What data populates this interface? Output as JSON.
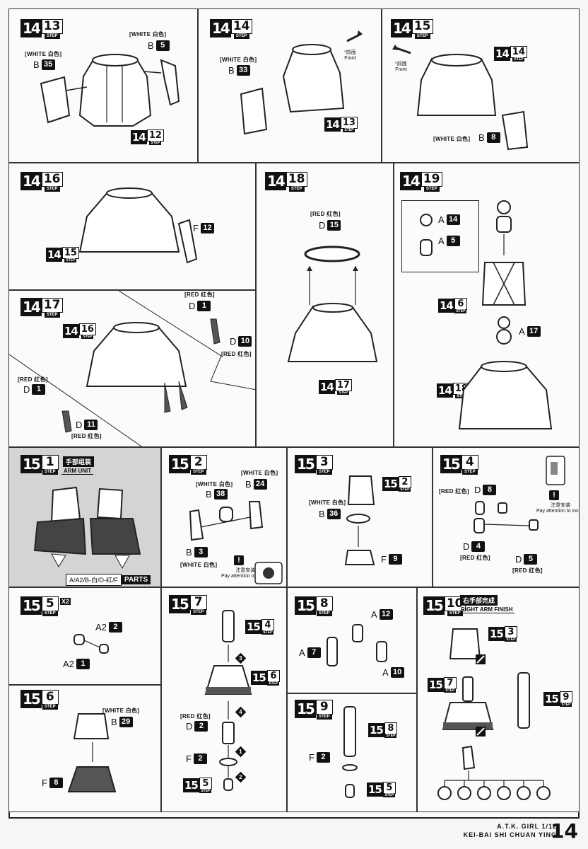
{
  "page": {
    "number": "14",
    "title_line1": "A.T.K. GIRL 1/12",
    "title_line2": "KEI-BAI SHI CHUAN YING"
  },
  "labels": {
    "step": "STEP",
    "white": "[WHITE 白色]",
    "red": "[RED 红色]",
    "front_cn": "*前面",
    "front_en": "Front",
    "attn_cn": "注意安装",
    "attn_en": "Pay attention to install"
  },
  "steps": {
    "s14_13": {
      "major": "14",
      "minor": "13",
      "parts": [
        {
          "letter": "B",
          "num": "5",
          "color": "white"
        },
        {
          "letter": "B",
          "num": "35",
          "color": "white"
        }
      ],
      "refs": [
        {
          "major": "14",
          "minor": "12"
        }
      ]
    },
    "s14_14": {
      "major": "14",
      "minor": "14",
      "parts": [
        {
          "letter": "B",
          "num": "33",
          "color": "white"
        }
      ],
      "refs": [
        {
          "major": "14",
          "minor": "13"
        }
      ]
    },
    "s14_15": {
      "major": "14",
      "minor": "15",
      "parts": [
        {
          "letter": "B",
          "num": "8",
          "color": "white"
        }
      ],
      "refs": [
        {
          "major": "14",
          "minor": "14"
        }
      ]
    },
    "s14_16": {
      "major": "14",
      "minor": "16",
      "parts": [
        {
          "letter": "F",
          "num": "12"
        }
      ],
      "refs": [
        {
          "major": "14",
          "minor": "15"
        }
      ]
    },
    "s14_17": {
      "major": "14",
      "minor": "17",
      "parts": [
        {
          "letter": "D",
          "num": "1",
          "color": "red"
        },
        {
          "letter": "D",
          "num": "10",
          "color": "red"
        },
        {
          "letter": "D",
          "num": "1",
          "color": "red"
        },
        {
          "letter": "D",
          "num": "11",
          "color": "red"
        }
      ],
      "refs": [
        {
          "major": "14",
          "minor": "16"
        }
      ]
    },
    "s14_18": {
      "major": "14",
      "minor": "18",
      "parts": [
        {
          "letter": "D",
          "num": "15",
          "color": "red"
        }
      ],
      "refs": [
        {
          "major": "14",
          "minor": "17"
        }
      ]
    },
    "s14_19": {
      "major": "14",
      "minor": "19",
      "parts": [
        {
          "letter": "A",
          "num": "14"
        },
        {
          "letter": "A",
          "num": "5"
        },
        {
          "letter": "A",
          "num": "17"
        }
      ],
      "refs": [
        {
          "major": "14",
          "minor": "6"
        },
        {
          "major": "14",
          "minor": "18"
        }
      ]
    },
    "s15_1": {
      "major": "15",
      "minor": "1",
      "title_cn": "手部组装",
      "title_en": "ARM UNIT",
      "parts_codes": "A/A2/B-白/D-红/F",
      "parts_label": "PARTS"
    },
    "s15_2": {
      "major": "15",
      "minor": "2",
      "parts": [
        {
          "letter": "B",
          "num": "38"
        },
        {
          "letter": "B",
          "num": "24"
        },
        {
          "letter": "B",
          "num": "3"
        }
      ]
    },
    "s15_3": {
      "major": "15",
      "minor": "3",
      "parts": [
        {
          "letter": "B",
          "num": "36"
        },
        {
          "letter": "F",
          "num": "9"
        }
      ],
      "refs": [
        {
          "major": "15",
          "minor": "2"
        }
      ]
    },
    "s15_4": {
      "major": "15",
      "minor": "4",
      "parts": [
        {
          "letter": "D",
          "num": "8"
        },
        {
          "letter": "D",
          "num": "4"
        },
        {
          "letter": "D",
          "num": "5"
        }
      ]
    },
    "s15_5": {
      "major": "15",
      "minor": "5",
      "multiplier": "X2",
      "parts": [
        {
          "letter": "A2",
          "num": "2"
        },
        {
          "letter": "A2",
          "num": "1"
        }
      ]
    },
    "s15_6": {
      "major": "15",
      "minor": "6",
      "parts": [
        {
          "letter": "B",
          "num": "29"
        },
        {
          "letter": "F",
          "num": "8"
        }
      ]
    },
    "s15_7": {
      "major": "15",
      "minor": "7",
      "parts": [
        {
          "letter": "D",
          "num": "2"
        },
        {
          "letter": "F",
          "num": "2"
        }
      ],
      "refs": [
        {
          "major": "15",
          "minor": "4"
        },
        {
          "major": "15",
          "minor": "6"
        },
        {
          "major": "15",
          "minor": "5"
        }
      ],
      "sequence": [
        "1",
        "2",
        "3",
        "4"
      ]
    },
    "s15_8": {
      "major": "15",
      "minor": "8",
      "parts": [
        {
          "letter": "A",
          "num": "12"
        },
        {
          "letter": "A",
          "num": "7"
        },
        {
          "letter": "A",
          "num": "10"
        }
      ]
    },
    "s15_9": {
      "major": "15",
      "minor": "9",
      "parts": [
        {
          "letter": "F",
          "num": "2"
        }
      ],
      "refs": [
        {
          "major": "15",
          "minor": "8"
        },
        {
          "major": "15",
          "minor": "5"
        }
      ]
    },
    "s15_10": {
      "major": "15",
      "minor": "10",
      "title_cn": "右手部完成",
      "title_en": "RIGHT ARM FINISH",
      "refs": [
        {
          "major": "15",
          "minor": "3"
        },
        {
          "major": "15",
          "minor": "7"
        },
        {
          "major": "15",
          "minor": "9"
        }
      ]
    }
  }
}
